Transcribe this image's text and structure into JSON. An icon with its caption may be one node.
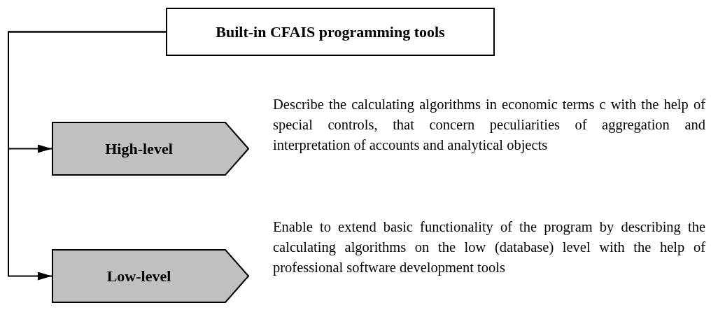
{
  "diagram": {
    "nodes": [
      {
        "text": [
          "Built-in CFAIS programming tools"
        ]
      },
      {
        "text": [
          "High-level"
        ],
        "beside": [
          "Describe the calculating algorithms in economic terms c with the help of special controls, that concern peculiarities of aggregation and interpretation of accounts and analytical objects"
        ]
      },
      {
        "text": [
          "Low-level"
        ],
        "beside": [
          "Enable to extend basic functionality of the program by describing the calculating algorithms on the low (database) level with the help of professional software development tools"
        ]
      }
    ],
    "edges": [
      {
        "from": 0,
        "to": 1,
        "arrow": "to"
      },
      {
        "from": 0,
        "to": 2,
        "arrow": "to"
      }
    ]
  }
}
